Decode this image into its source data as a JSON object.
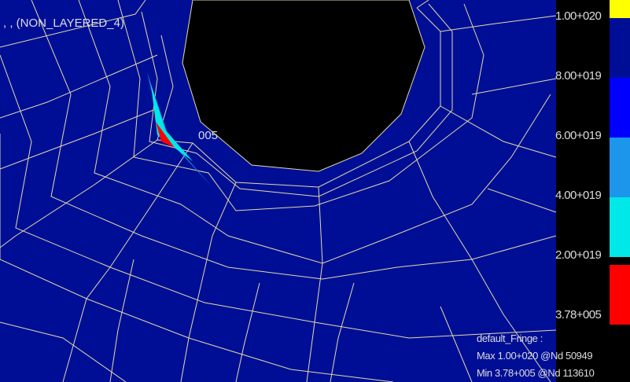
{
  "viewport": {
    "group_label": ", , (NON_LAYERED_4)",
    "node_fragment": "005"
  },
  "fringe": {
    "levels": [
      "1.00+020",
      "8.00+019",
      "6.00+019",
      "4.00+019",
      "2.00+019",
      "3.78+005"
    ],
    "colors": [
      "#ffff00",
      "#000e96",
      "#0000ff",
      "#1c96ea",
      "#00e8e8",
      "#ff0000"
    ],
    "title": "default_Fringe :",
    "max_text": "Max 1.00+020 @Nd 50949",
    "min_text": "Min 3.78+005 @Nd 113610"
  },
  "colors": {
    "background": "#000000",
    "mesh_fill": "#000e96",
    "mesh_line": "#e2d9a6",
    "hole": "#000000",
    "hot_outer": "#1c96ea",
    "hot_mid": "#00e8e8",
    "hot_core": "#ff0000"
  }
}
